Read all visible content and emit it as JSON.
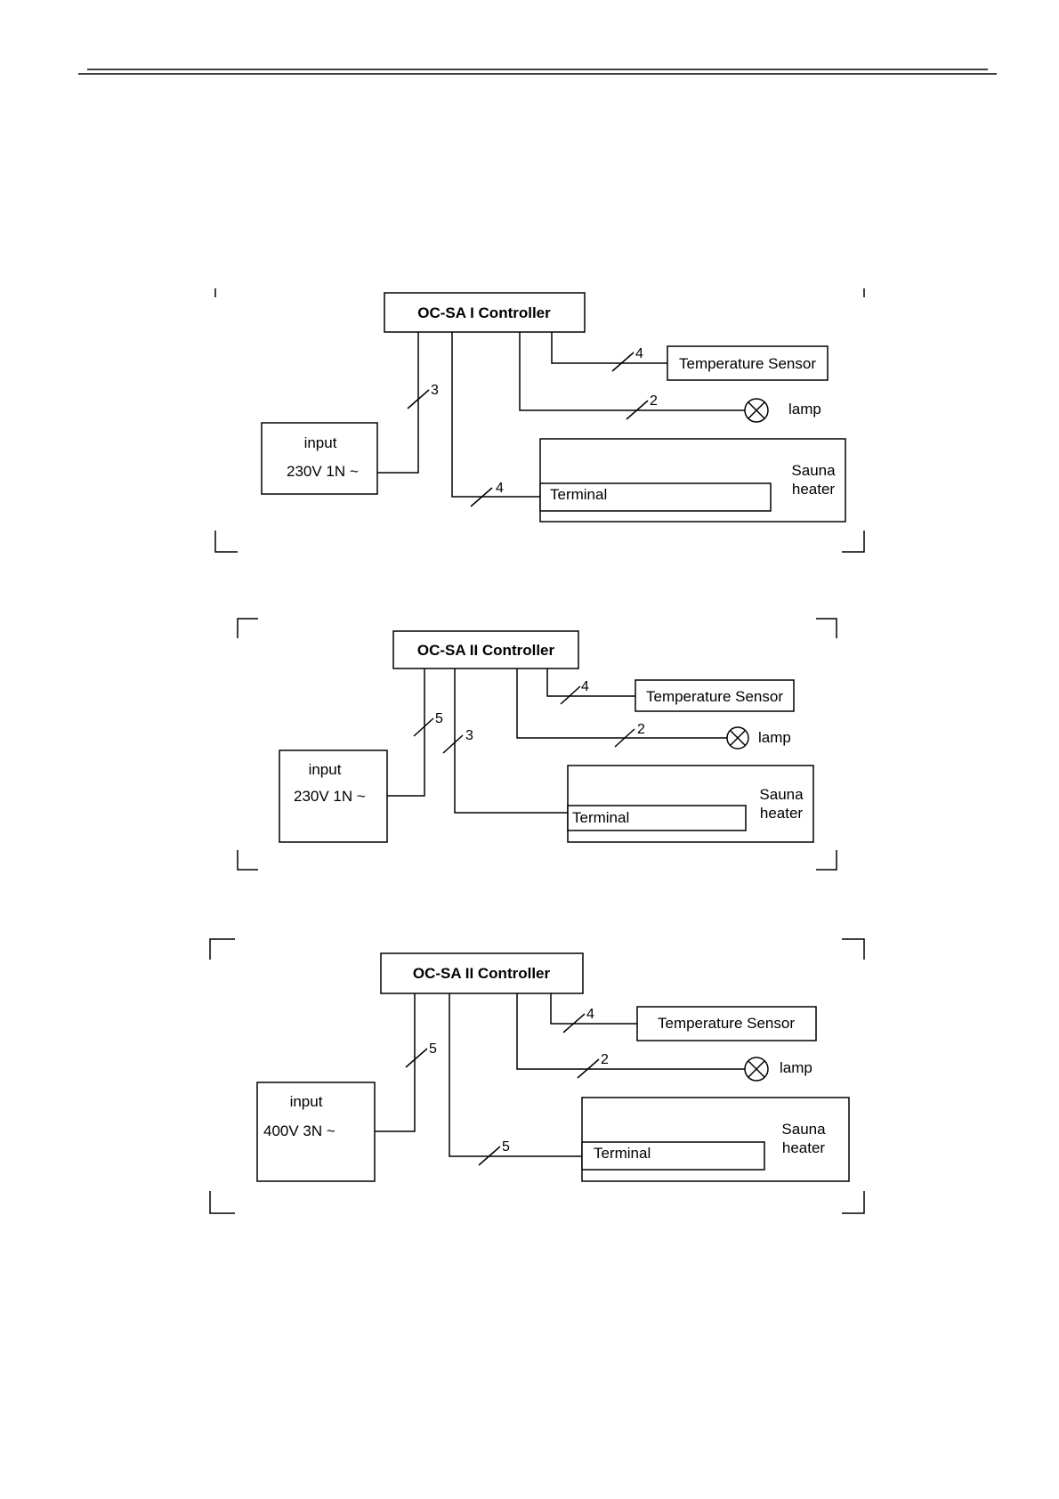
{
  "diagrams": [
    {
      "controller": "OC-SA I Controller",
      "sensor": "Temperature Sensor",
      "lamp": "lamp",
      "input_title": "input",
      "input_voltage": "230V 1N ~",
      "heater_line1": "Sauna",
      "heater_line2": "heater",
      "terminal": "Terminal",
      "wire_sensor": "4",
      "wire_lamp": "2",
      "wire_input": "3",
      "wire_terminal": "4"
    },
    {
      "controller": "OC-SA II Controller",
      "sensor": "Temperature Sensor",
      "lamp": "lamp",
      "input_title": "input",
      "input_voltage": "230V 1N ~",
      "heater_line1": "Sauna",
      "heater_line2": "heater",
      "terminal": "Terminal",
      "wire_sensor": "4",
      "wire_lamp": "2",
      "wire_input": "5",
      "wire_terminal": "3"
    },
    {
      "controller": "OC-SA II Controller",
      "sensor": "Temperature Sensor",
      "lamp": "lamp",
      "input_title": "input",
      "input_voltage": "400V 3N ~",
      "heater_line1": "Sauna",
      "heater_line2": "heater",
      "terminal": "Terminal",
      "wire_sensor": "4",
      "wire_lamp": "2",
      "wire_input": "5",
      "wire_terminal": "5"
    }
  ]
}
